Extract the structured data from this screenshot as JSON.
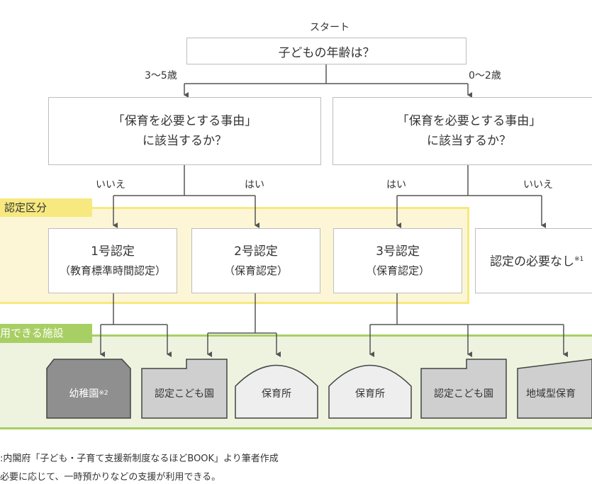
{
  "start": "スタート",
  "question_age": "子どもの年齢は？",
  "age_left": "3〜5歳",
  "age_right": "0〜2歳",
  "reason_line1": "「保育を必要とする事由」",
  "reason_line2": "に該当するか？",
  "answers": {
    "no": "いいえ",
    "yes": "はい"
  },
  "cert_band_label": "認定区分",
  "certs": [
    {
      "title": "1号認定",
      "sub": "（教育標準時間認定）"
    },
    {
      "title": "2号認定",
      "sub": "（保育認定）"
    },
    {
      "title": "3号認定",
      "sub": "（保育認定）"
    }
  ],
  "no_cert": "認定の必要なし",
  "no_cert_mark": "※1",
  "facility_band_label": "用できる施設",
  "facilities": {
    "kindergarten": "幼稚園",
    "kindergarten_mark": "※2",
    "kodomoen": "認定こども園",
    "hoikusho": "保育所",
    "regional": "地域型保育"
  },
  "notes": [
    ":内閣府「子ども・子育て支援新制度なるほどBOOK」より筆者作成",
    "必要に応じて、一時預かりなどの支援が利用できる。"
  ]
}
